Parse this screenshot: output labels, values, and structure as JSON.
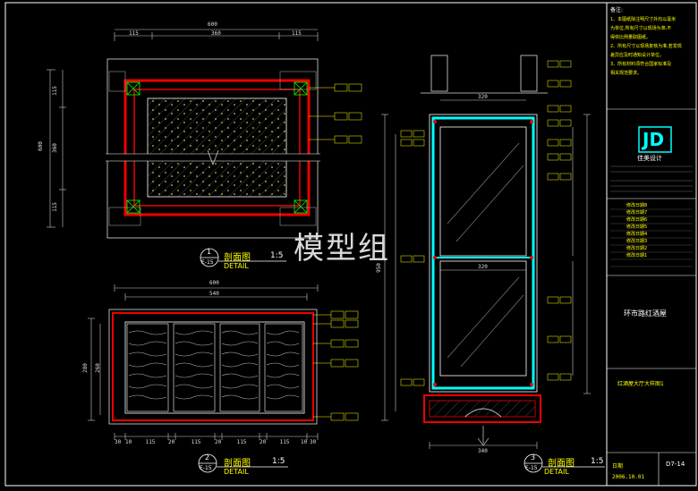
{
  "detail1": {
    "num": "1",
    "title": "剖面图",
    "ref": "E-15",
    "sub": "DETAIL",
    "scale": "1:5",
    "dim_top": "600",
    "dim_parts": [
      "115",
      "360",
      "115"
    ],
    "dim_left": [
      "115",
      "360",
      "115"
    ],
    "dim_left_total": "600"
  },
  "detail2": {
    "num": "2",
    "title": "剖面图",
    "ref": "E-15",
    "sub": "DETAIL",
    "scale": "1:5",
    "dim_top": "600",
    "dim_inner": "540",
    "dim_bottom": [
      "30",
      "10",
      "115",
      "20",
      "115",
      "20",
      "115",
      "20",
      "115",
      "10",
      "30"
    ],
    "dim_left": "280",
    "dim_left2": "260"
  },
  "detail3": {
    "num": "3",
    "title": "剖面图",
    "ref": "E-15",
    "sub": "DETAIL",
    "scale": "1:5",
    "dim_bottom": "340",
    "dim_mid": "320",
    "dim_top": "320",
    "dim_left_total": "950"
  },
  "watermark": "模型组",
  "notes": {
    "title": "备注:",
    "lines": [
      "1、本图纸除注明尺寸外均以毫米",
      "为单位,所有尺寸以现场为准,不",
      "得依比例量取图纸。",
      "2、所有尺寸以现场复核为准,若发现",
      "差异应及时通知设计单位。",
      "3、所有材料须符合国家标准及",
      "相关规范要求。"
    ]
  },
  "title_block": {
    "logo": "JD",
    "company": "佳美设计",
    "revisions": [
      "修改日期8",
      "修改日期7",
      "修改日期6",
      "修改日期5",
      "修改日期4",
      "修改日期3",
      "修改日期2",
      "修改日期1"
    ],
    "project": "环市路红酒屋",
    "drawing_name": "红酒屋大厅大样图1",
    "sheet_no": "D7-14",
    "date_label": "日期",
    "date": "2006.10.01"
  }
}
